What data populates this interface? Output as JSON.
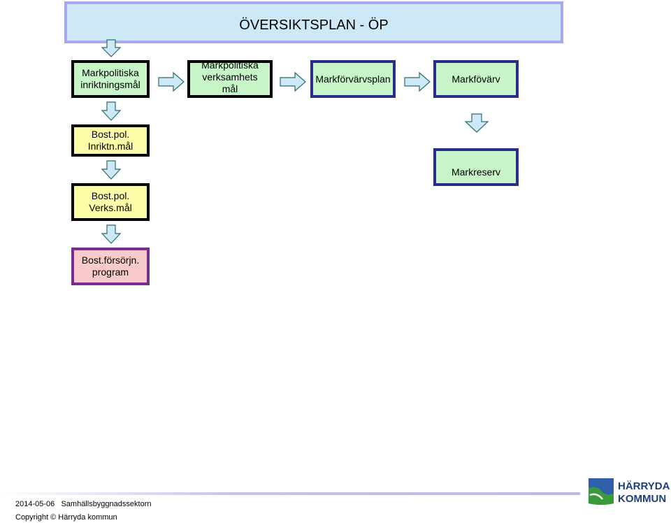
{
  "title": "ÖVERSIKTSPLAN - ÖP",
  "boxes": {
    "markpolitiska_inriktningsmal": [
      "Markpolitiska",
      "inriktningsmål"
    ],
    "markpolitiska_verksamhetsmal": [
      "Markpolitiska",
      "verksamhets",
      "mål"
    ],
    "markforvarvsplan": "Markförvärvsplan",
    "markfovarv": "Markfövärv",
    "markreserv": "Markreserv",
    "bost_inriktn": [
      "Bost.pol.",
      "Inriktn.mål"
    ],
    "bost_verks": [
      "Bost.pol.",
      "Verks.mål"
    ],
    "bost_forsorjn": [
      "Bost.försörjn.",
      "program"
    ]
  },
  "footer": {
    "date": "2014-05-06",
    "department": "Samhällsbyggnadssektorn",
    "copyright": "Copyright © Härryda kommun"
  },
  "logo": {
    "line1": "HÄRRYDA",
    "line2": "KOMMUN",
    "colors": {
      "blue": "#2f5fa8",
      "green": "#3a9a3a",
      "text": "#1e3f7a"
    }
  },
  "colors": {
    "title_bg": "#cde9f7",
    "title_border": "#a9a7ee",
    "green_fill": "#c7f5c7",
    "yellow_fill": "#fdfca8",
    "pink_fill": "#f9caca",
    "arrow_fill": "#cde9f7",
    "arrow_stroke": "#2a6b6b"
  }
}
